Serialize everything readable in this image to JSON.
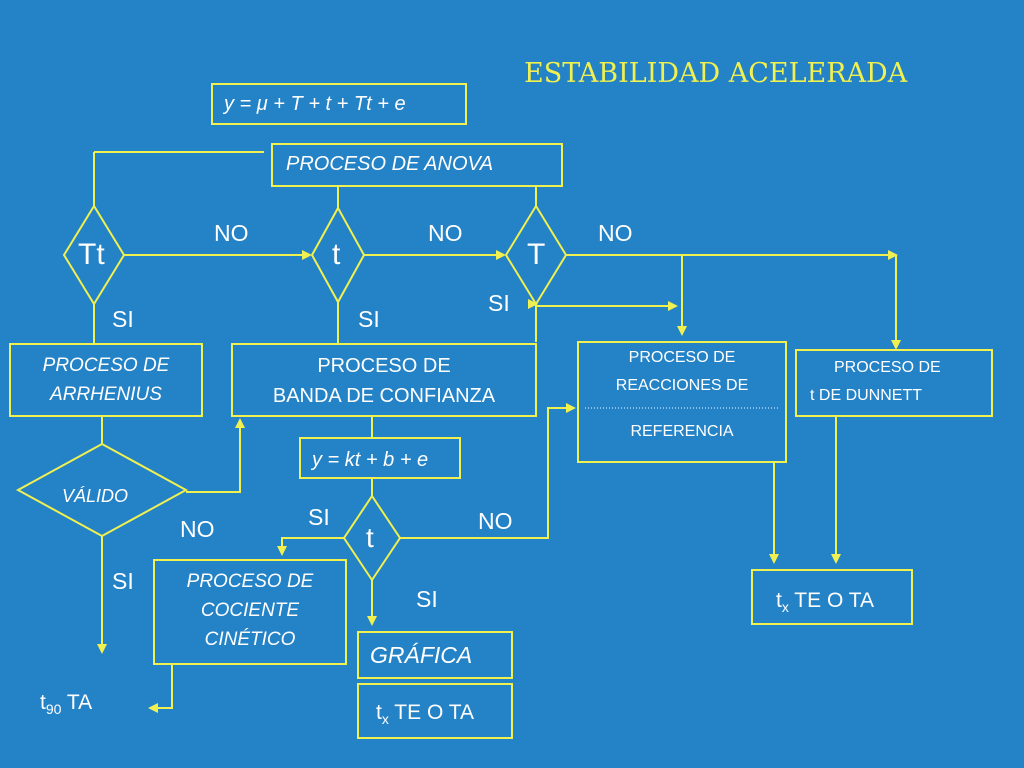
{
  "title": "ESTABILIDAD ACELERADA",
  "model_equation": "y = μ + T + t + Tt + e",
  "anova_box": "PROCESO DE ANOVA",
  "diamonds": {
    "tt": "Tt",
    "t_first": "t",
    "T": "T",
    "valido": "VÁLIDO",
    "t_second": "t"
  },
  "branch_labels": {
    "no_1": "NO",
    "no_2": "NO",
    "no_3": "NO",
    "si_tt": "SI",
    "si_t": "SI",
    "si_T": "SI",
    "no_valido": "NO",
    "si_valido": "SI",
    "si_t2_left": "SI",
    "no_t2": "NO",
    "si_t2_down": "SI"
  },
  "boxes": {
    "arrhenius": [
      "PROCESO DE",
      "ARRHENIUS"
    ],
    "banda": [
      "PROCESO DE",
      "BANDA DE CONFIANZA"
    ],
    "referencia": [
      "PROCESO DE",
      "REACCIONES DE",
      "REFERENCIA"
    ],
    "dunnett": [
      "PROCESO DE",
      "t DE DUNNETT"
    ],
    "regression": "y = kt + b + e",
    "cociente": [
      "PROCESO DE",
      "COCIENTE",
      "CINÉTICO"
    ],
    "grafica": "GRÁFICA"
  },
  "outputs": {
    "t90": {
      "main": "t",
      "sub": "90",
      "rest": " TA"
    },
    "tx_bottom": {
      "main": "t",
      "sub": "x",
      "rest": " TE O TA"
    },
    "tx_right": {
      "main": "t",
      "sub": "x",
      "rest": " TE O TA"
    }
  },
  "colors": {
    "background": "#2482c6",
    "lines": "#f0f050",
    "text": "#ffffff",
    "title": "#f0f050"
  }
}
